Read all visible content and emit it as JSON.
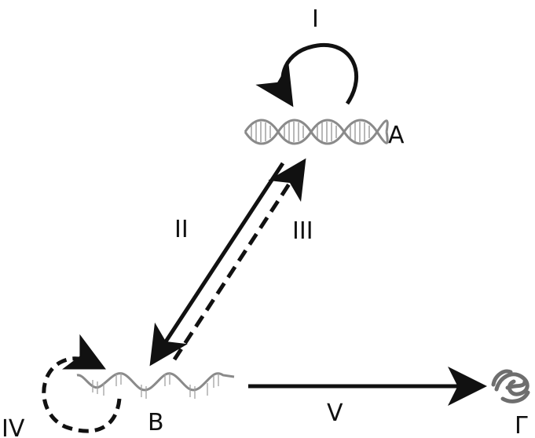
{
  "nodes": {
    "a": {
      "label": "A"
    },
    "b": {
      "label": "B"
    },
    "g": {
      "label": "Г"
    }
  },
  "processes": {
    "p1": {
      "label": "I"
    },
    "p2": {
      "label": "II"
    },
    "p3": {
      "label": "III"
    },
    "p4": {
      "label": "IV"
    },
    "p5": {
      "label": "V"
    }
  },
  "colors": {
    "stroke": "#111111",
    "dna": "#8a8a8a",
    "rna": "#8a8a8a",
    "protein": "#6e6e6e"
  }
}
